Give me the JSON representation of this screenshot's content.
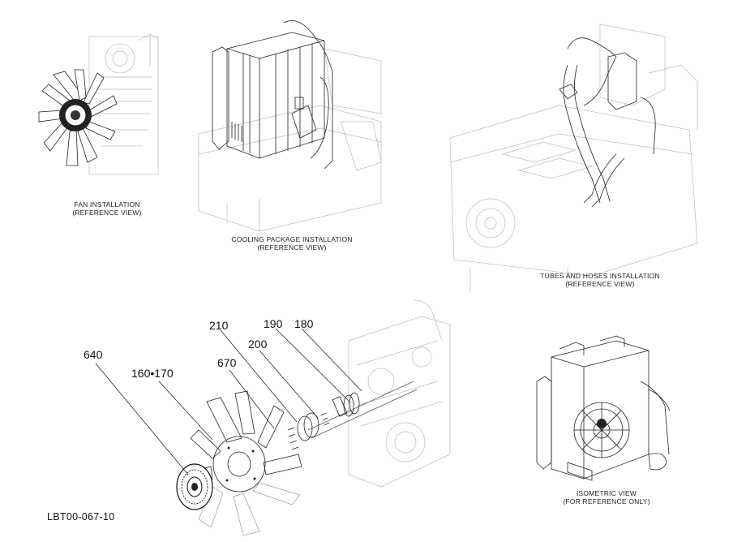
{
  "views": {
    "fan": {
      "line1": "FAN INSTALLATION",
      "line2": "(REFERENCE VIEW)"
    },
    "cooling": {
      "line1": "COOLING PACKAGE INSTALLATION",
      "line2": "(REFERENCE VIEW)"
    },
    "tubes": {
      "line1": "TUBES AND HOSES INSTALLATION",
      "line2": "(REFERENCE VIEW)"
    },
    "isometric": {
      "line1": "ISOMETRIC VIEW",
      "line2": "(FOR REFERENCE ONLY)"
    }
  },
  "callouts": {
    "c210": "210",
    "c190": "190",
    "c180": "180",
    "c200": "200",
    "c640": "640",
    "c670": "670",
    "c160_170": "160•170"
  },
  "drawing_id": "LBT00-067-10"
}
